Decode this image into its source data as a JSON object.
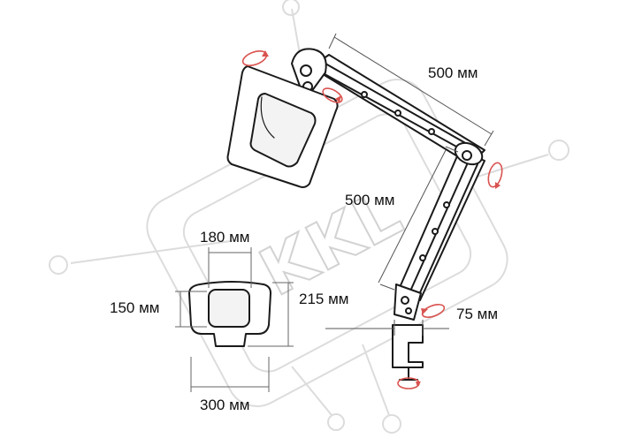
{
  "watermark": {
    "text": "KKL",
    "color": "#dcdcdc"
  },
  "dimensions": {
    "arm_upper": "500 мм",
    "arm_lower": "500 мм",
    "clamp_offset": "75 мм",
    "head_top_width": "180 мм",
    "head_inner_height": "150 мм",
    "head_total_height": "215 мм",
    "head_total_width": "300 мм"
  },
  "icons": {
    "rotation_arrow": "rotate-icon",
    "rotation_color": "#d9534f"
  },
  "colors": {
    "outline": "#1a1a1a",
    "dimension_line": "#555555",
    "background": "#ffffff"
  }
}
